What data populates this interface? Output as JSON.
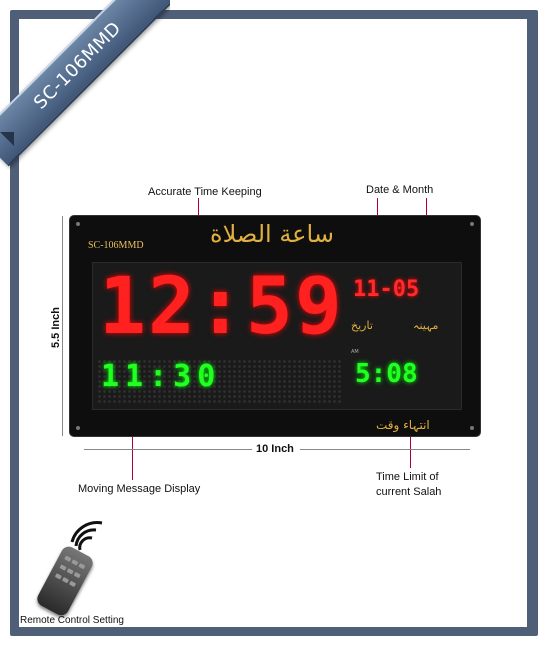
{
  "badge": {
    "model": "SC-106MMD"
  },
  "clock": {
    "model_label": "SC-106MMD",
    "arabic_title": "ساعة الصلاة",
    "time": "12:59",
    "date": "11-05",
    "label_date": "تاريخ",
    "label_month": "مہینہ",
    "am": "AM",
    "message": "11:30",
    "time_limit": "5:08",
    "label_limit": "انتہاء وقت"
  },
  "annotations": {
    "accurate": "Accurate Time Keeping",
    "date_month": "Date & Month",
    "height": "5.5 Inch",
    "width": "10 Inch",
    "moving": "Moving Message Display",
    "time_limit_1": "Time Limit of",
    "time_limit_2": "current Salah",
    "remote": "Remote Control Setting"
  }
}
